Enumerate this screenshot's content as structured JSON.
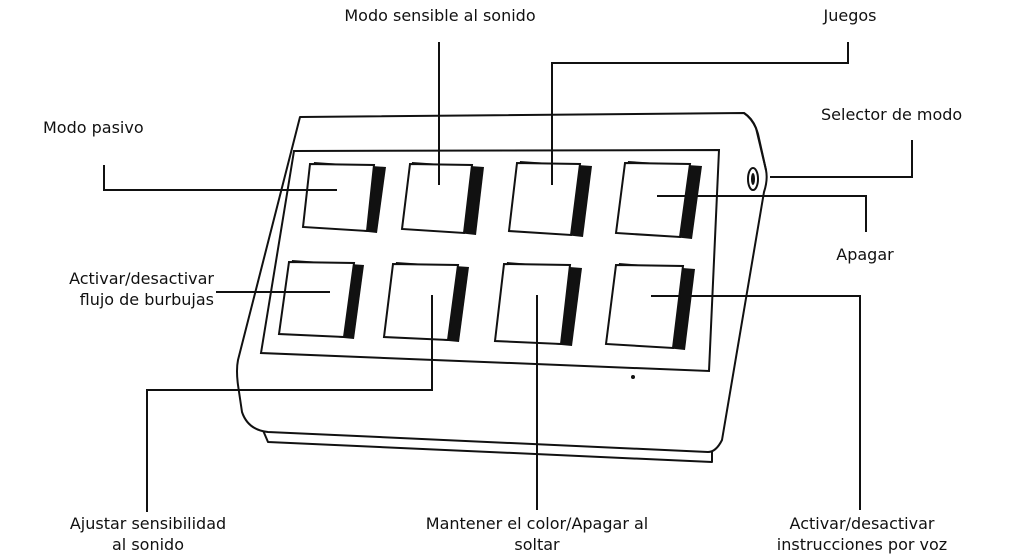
{
  "labels": {
    "sound_mode": "Modo sensible al sonido",
    "games": "Juegos",
    "passive_mode": "Modo pasivo",
    "mode_selector": "Selector de modo",
    "power_off": "Apagar",
    "bubble_flow": [
      "Activar/desactivar",
      "flujo de burbujas"
    ],
    "sensitivity": [
      "Ajustar sensibilidad",
      "al sonido"
    ],
    "hold_color": [
      "Mantener el color/Apagar al",
      "soltar"
    ],
    "voice": [
      "Activar/desactivar",
      "instrucciones por voz"
    ]
  },
  "colors": {
    "line": "#111111",
    "button_fill": "#ffffff",
    "button_shadow": "#111111",
    "body": "#ffffff"
  }
}
